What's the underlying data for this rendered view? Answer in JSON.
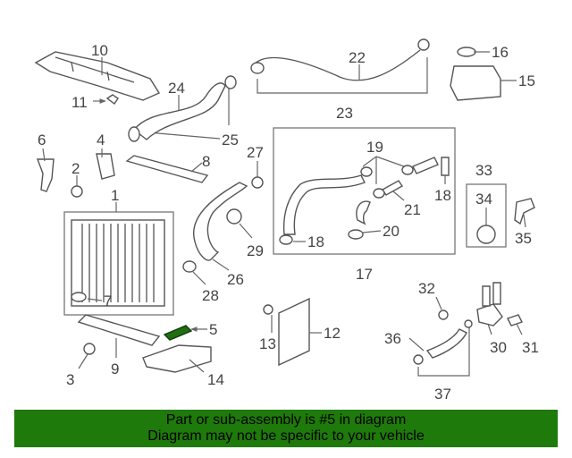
{
  "callouts": [
    "1",
    "2",
    "3",
    "4",
    "5",
    "6",
    "7",
    "8",
    "9",
    "10",
    "11",
    "12",
    "13",
    "14",
    "15",
    "16",
    "17",
    "18",
    "18",
    "19",
    "20",
    "21",
    "22",
    "23",
    "24",
    "25",
    "26",
    "27",
    "28",
    "29",
    "30",
    "31",
    "32",
    "33",
    "34",
    "35",
    "36",
    "37"
  ],
  "banner": {
    "line1": "Part or sub-assembly is #5 in diagram",
    "line2": "Diagram may not be specific to your vehicle"
  },
  "colors": {
    "banner": "#1e7a0a",
    "highlight": "#1f6e12"
  }
}
